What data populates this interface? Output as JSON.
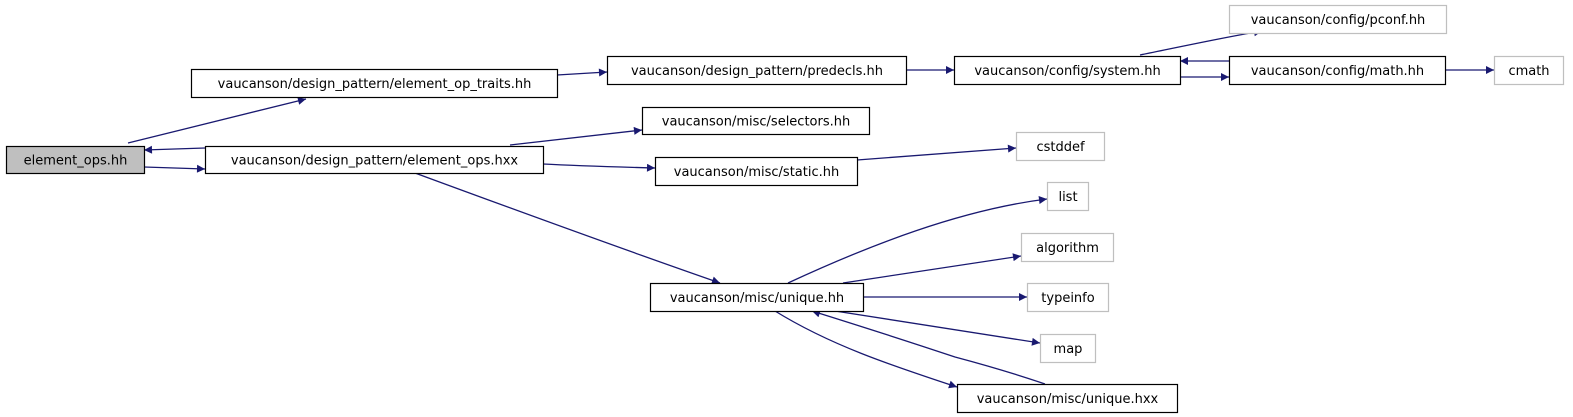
{
  "diagram": {
    "colors": {
      "edge": "#191970",
      "node_border": "#000000",
      "external_border": "#bfbfbf",
      "root_fill": "#bfbfbf",
      "node_fill": "#ffffff"
    },
    "nodes": [
      {
        "id": "n0",
        "label": "element_ops.hh",
        "kind": "root"
      },
      {
        "id": "n1",
        "label": "vaucanson/design_pattern/element_op_traits.hh",
        "kind": "file"
      },
      {
        "id": "n2",
        "label": "vaucanson/design_pattern/element_ops.hxx",
        "kind": "file"
      },
      {
        "id": "n3",
        "label": "vaucanson/design_pattern/predecls.hh",
        "kind": "file"
      },
      {
        "id": "n4",
        "label": "vaucanson/config/system.hh",
        "kind": "file"
      },
      {
        "id": "n5",
        "label": "vaucanson/config/pconf.hh",
        "kind": "external"
      },
      {
        "id": "n6",
        "label": "vaucanson/config/math.hh",
        "kind": "file"
      },
      {
        "id": "n7",
        "label": "cmath",
        "kind": "external"
      },
      {
        "id": "n8",
        "label": "vaucanson/misc/selectors.hh",
        "kind": "file"
      },
      {
        "id": "n9",
        "label": "vaucanson/misc/static.hh",
        "kind": "file"
      },
      {
        "id": "n10",
        "label": "cstddef",
        "kind": "external"
      },
      {
        "id": "n11",
        "label": "vaucanson/misc/unique.hh",
        "kind": "file"
      },
      {
        "id": "n12",
        "label": "list",
        "kind": "external"
      },
      {
        "id": "n13",
        "label": "algorithm",
        "kind": "external"
      },
      {
        "id": "n14",
        "label": "typeinfo",
        "kind": "external"
      },
      {
        "id": "n15",
        "label": "map",
        "kind": "external"
      },
      {
        "id": "n16",
        "label": "vaucanson/misc/unique.hxx",
        "kind": "file"
      }
    ],
    "edges": [
      {
        "from": "n0",
        "to": "n1"
      },
      {
        "from": "n0",
        "to": "n2"
      },
      {
        "from": "n2",
        "to": "n0"
      },
      {
        "from": "n1",
        "to": "n3"
      },
      {
        "from": "n3",
        "to": "n4"
      },
      {
        "from": "n4",
        "to": "n5"
      },
      {
        "from": "n4",
        "to": "n6"
      },
      {
        "from": "n6",
        "to": "n4"
      },
      {
        "from": "n6",
        "to": "n7"
      },
      {
        "from": "n2",
        "to": "n8"
      },
      {
        "from": "n2",
        "to": "n9"
      },
      {
        "from": "n9",
        "to": "n10"
      },
      {
        "from": "n2",
        "to": "n11"
      },
      {
        "from": "n11",
        "to": "n12"
      },
      {
        "from": "n11",
        "to": "n13"
      },
      {
        "from": "n11",
        "to": "n14"
      },
      {
        "from": "n11",
        "to": "n15"
      },
      {
        "from": "n11",
        "to": "n16"
      },
      {
        "from": "n16",
        "to": "n11"
      }
    ]
  }
}
